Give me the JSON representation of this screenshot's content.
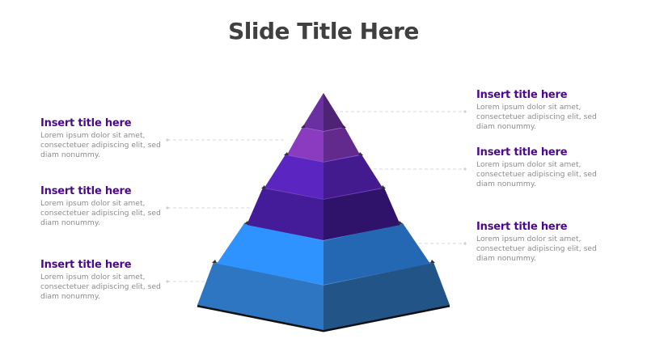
{
  "slide": {
    "title": "Slide Title Here"
  },
  "colors": {
    "title": "#404040",
    "callout_title": "#4b0a8a",
    "callout_body": "#8c8c8c",
    "connector": "#d9d9d9"
  },
  "pyramid": {
    "layers": [
      {
        "level": 1,
        "left_color": "#6a2fa0",
        "right_color": "#4e2275"
      },
      {
        "level": 2,
        "left_color": "#8a3bc0",
        "right_color": "#632a8e"
      },
      {
        "level": 3,
        "left_color": "#5b25c2",
        "right_color": "#441b8f"
      },
      {
        "level": 4,
        "left_color": "#441c9a",
        "right_color": "#2f136b"
      },
      {
        "level": 5,
        "left_color": "#2e92ff",
        "right_color": "#2468b3"
      },
      {
        "level": 6,
        "left_color": "#2f76c2",
        "right_color": "#225488"
      }
    ]
  },
  "callouts": {
    "left": [
      {
        "title": "Insert title here",
        "body_lines": [
          "Lorem ipsum dolor sit amet,",
          "consectetuer adipiscing elit, sed",
          "diam nonummy."
        ]
      },
      {
        "title": "Insert title here",
        "body_lines": [
          "Lorem ipsum dolor sit amet,",
          "consectetuer adipiscing elit, sed",
          "diam nonummy."
        ]
      },
      {
        "title": "Insert title here",
        "body_lines": [
          "Lorem ipsum dolor sit amet,",
          "consectetuer adipiscing elit, sed",
          "diam nonummy."
        ]
      }
    ],
    "right": [
      {
        "title": "Insert title here",
        "body_lines": [
          "Lorem ipsum dolor sit amet,",
          "consectetuer adipiscing elit, sed",
          "diam nonummy."
        ]
      },
      {
        "title": "Insert title here",
        "body_lines": [
          "Lorem ipsum dolor sit amet,",
          "consectetuer adipiscing elit, sed",
          "diam nonummy."
        ]
      },
      {
        "title": "Insert title here",
        "body_lines": [
          "Lorem ipsum dolor sit amet,",
          "consectetuer adipiscing elit, sed",
          "diam nonummy."
        ]
      }
    ]
  }
}
